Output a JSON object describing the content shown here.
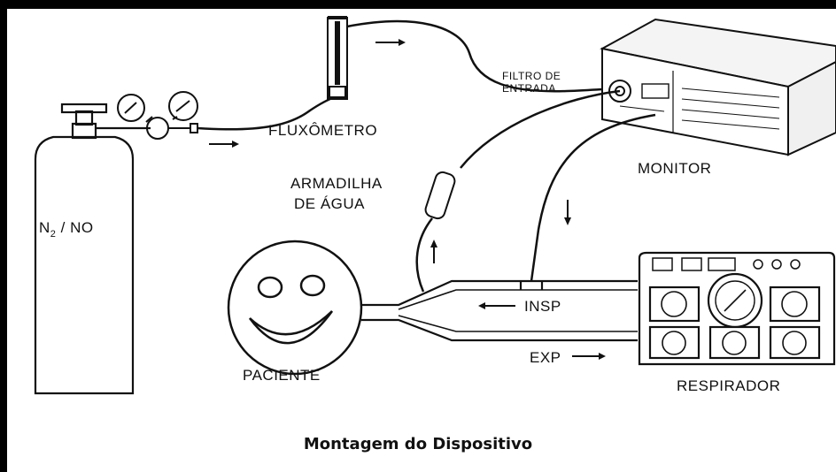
{
  "labels": {
    "gas": "N",
    "gas_sub": "2",
    "gas_rest": " / NO",
    "flowmeter": "FLUXÔMETRO",
    "filter_line1": "FILTRO DE",
    "filter_line2": "ENTRADA",
    "monitor": "MONITOR",
    "water_trap_line1": "ARMADILHA",
    "water_trap_line2": "DE ÁGUA",
    "insp": "INSP",
    "exp": "EXP",
    "patient": "PACIENTE",
    "ventilator": "RESPIRADOR"
  },
  "caption": "Montagem do Dispositivo"
}
